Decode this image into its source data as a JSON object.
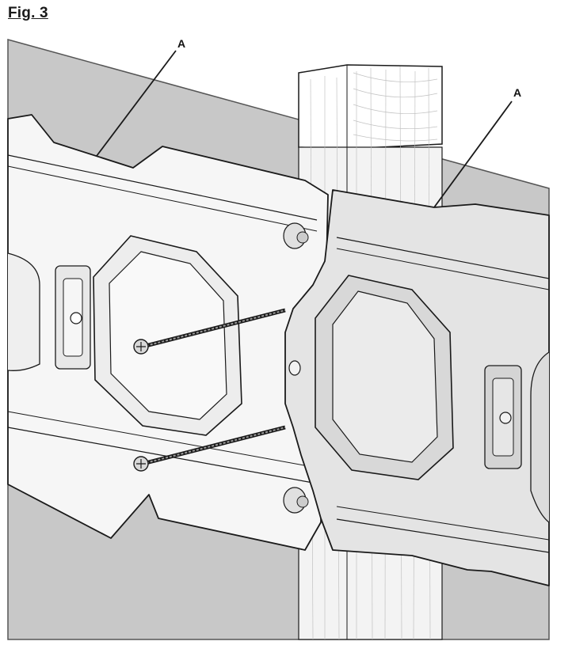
{
  "figure": {
    "title": "Fig. 3"
  },
  "callouts": [
    {
      "id": "left",
      "label": "A"
    },
    {
      "id": "right",
      "label": "A"
    }
  ],
  "colors": {
    "wall": "#c8c8c8",
    "wall_edge": "#555555",
    "rail_left": "#f6f6f6",
    "rail_right": "#e4e4e4",
    "stud": "#ffffff",
    "stroke": "#1a1a1a"
  }
}
